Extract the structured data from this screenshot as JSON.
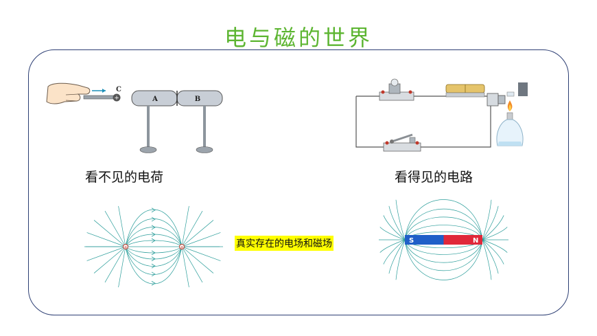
{
  "title": "电与磁的世界",
  "panels": {
    "invisible_charge": {
      "caption": "看不见的电荷",
      "rod_label": "C",
      "conductor_label_a": "A",
      "conductor_label_b": "B"
    },
    "visible_circuit": {
      "caption": "看得见的电路"
    },
    "fields": {
      "caption": "真实存在的电场和磁场",
      "magnet_south": "S",
      "magnet_north": "N"
    }
  },
  "colors": {
    "title": "#5cb531",
    "frame": "#2c3e73",
    "field_line": "#2a9d9a",
    "magnet_south": "#1f5fc8",
    "magnet_north": "#e0283a",
    "highlight": "#ffff00"
  }
}
